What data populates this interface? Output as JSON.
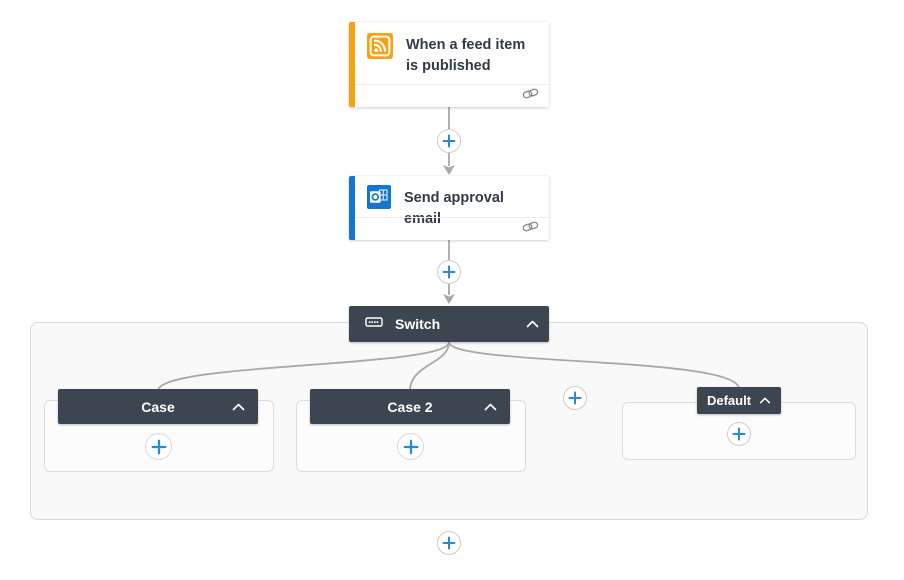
{
  "colors": {
    "accent-orange": "#F8A00D",
    "accent-blue": "#1377D0",
    "header-dark": "#3C4650",
    "plus-blue": "#2B87D8",
    "connector-gray": "#A8A8A8"
  },
  "trigger": {
    "title": "When a feed item is published",
    "icon": "rss-icon",
    "footer_icon": "link-icon"
  },
  "action": {
    "title": "Send approval email",
    "icon": "outlook-icon",
    "footer_icon": "link-icon"
  },
  "switch": {
    "label": "Switch",
    "icon": "switch-icon",
    "collapse_icon": "chevron-up-icon",
    "cases": [
      {
        "label": "Case"
      },
      {
        "label": "Case 2"
      }
    ],
    "default": {
      "label": "Default"
    }
  },
  "add_button_icon": "plus-icon"
}
